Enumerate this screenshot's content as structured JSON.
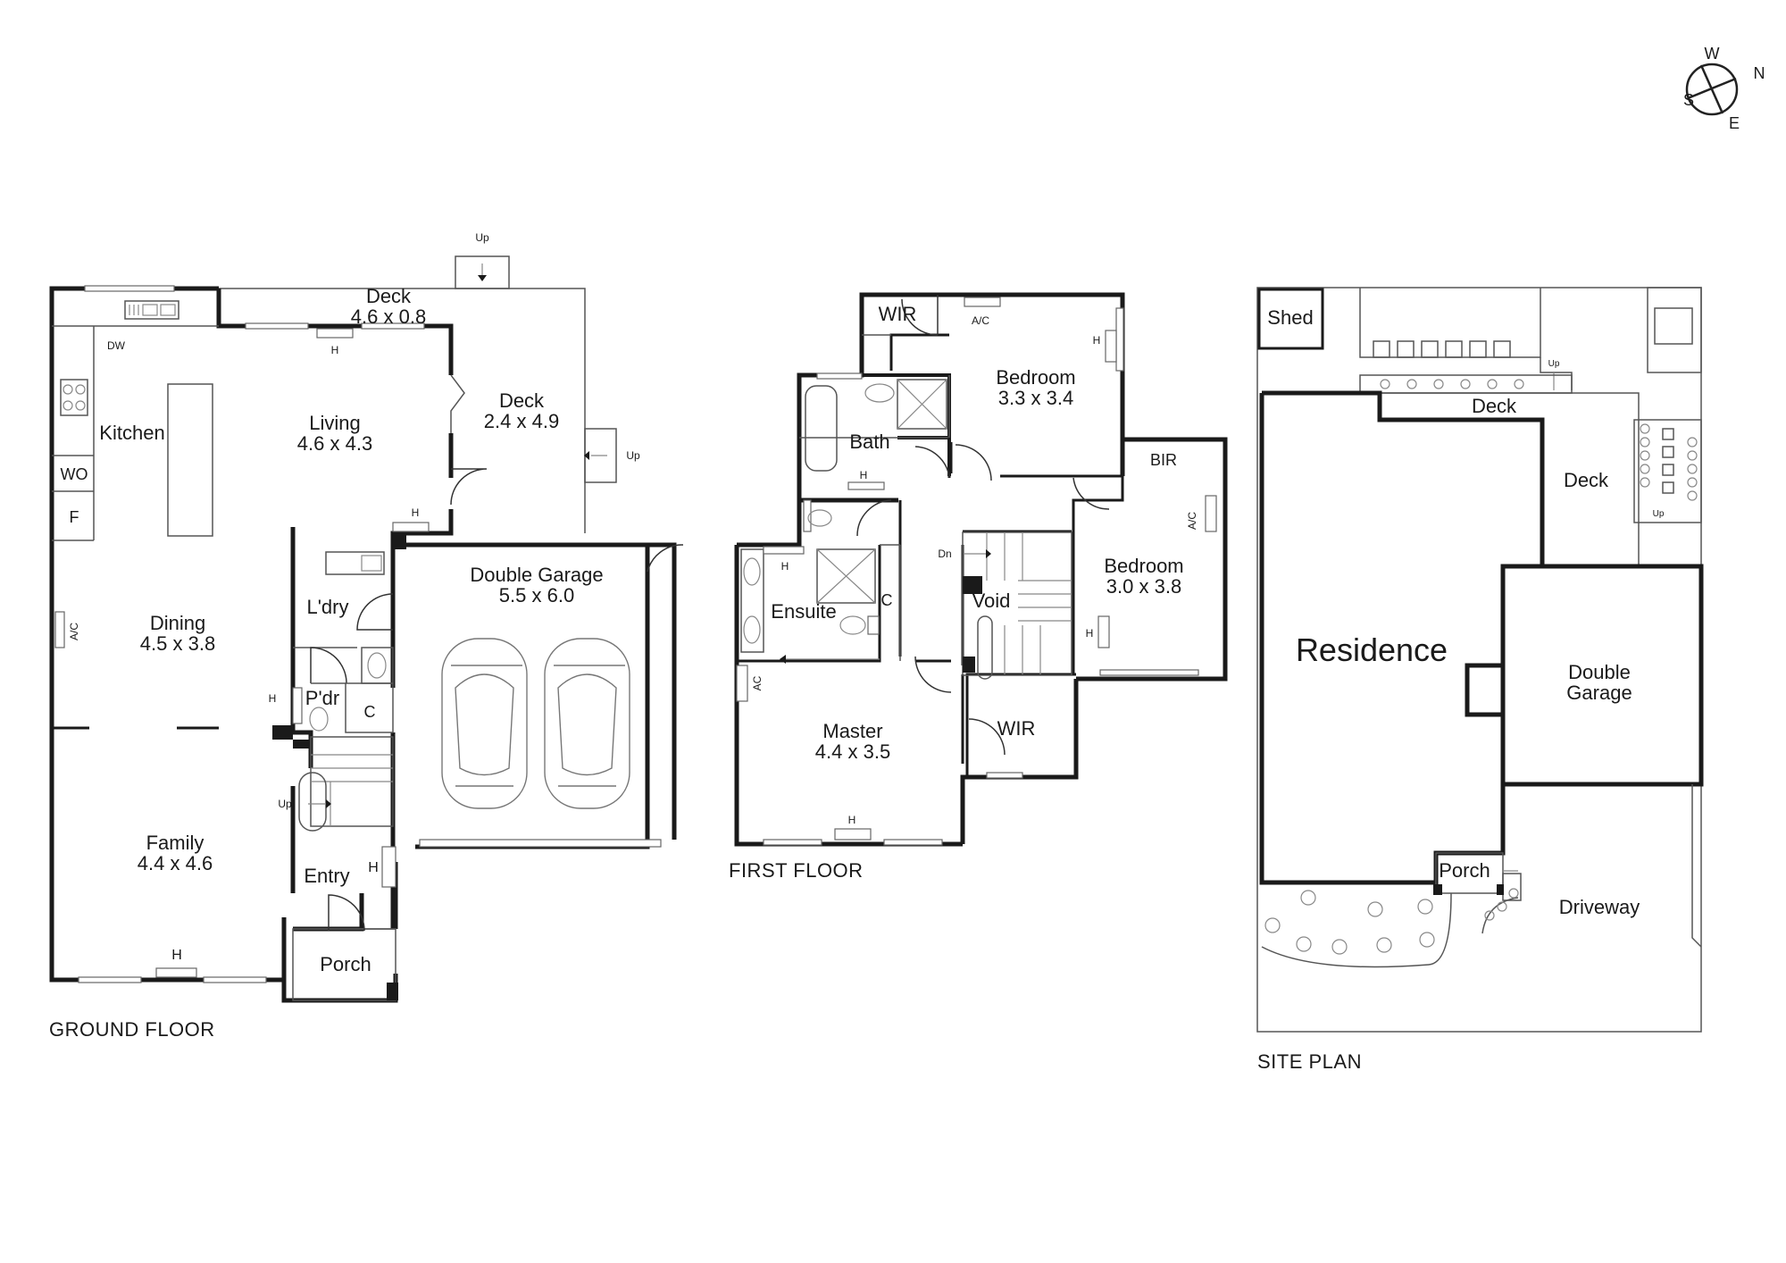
{
  "compass": {
    "w": "W",
    "n": "N",
    "s": "S",
    "e": "E"
  },
  "ground_floor": {
    "title": "GROUND FLOOR",
    "deck_top": {
      "name": "Deck",
      "dim": "4.6 x 0.8"
    },
    "deck_side": {
      "name": "Deck",
      "dim": "2.4 x 4.9"
    },
    "kitchen": {
      "name": "Kitchen"
    },
    "living": {
      "name": "Living",
      "dim": "4.6 x 4.3"
    },
    "dining": {
      "name": "Dining",
      "dim": "4.5 x 3.8"
    },
    "family": {
      "name": "Family",
      "dim": "4.4 x 4.6"
    },
    "garage": {
      "name": "Double Garage",
      "dim": "5.5 x 6.0"
    },
    "laundry": {
      "name": "L'dry"
    },
    "powder": {
      "name": "P'dr"
    },
    "cupboard": {
      "name": "C"
    },
    "entry": {
      "name": "Entry"
    },
    "porch": {
      "name": "Porch"
    },
    "labels": {
      "dw": "DW",
      "wo": "WO",
      "f": "F",
      "ac": "A/C",
      "h": "H",
      "up": "Up"
    }
  },
  "first_floor": {
    "title": "FIRST FLOOR",
    "bedroom1": {
      "name": "Bedroom",
      "dim": "3.3 x 3.4"
    },
    "bedroom2": {
      "name": "Bedroom",
      "dim": "3.0 x 3.8"
    },
    "master": {
      "name": "Master",
      "dim": "4.4 x 3.5"
    },
    "bath": {
      "name": "Bath"
    },
    "ensuite": {
      "name": "Ensuite"
    },
    "wir": "WIR",
    "bir": "BIR",
    "void": "Void",
    "labels": {
      "ac_slash": "A/C",
      "ac": "AC",
      "h": "H",
      "c": "C",
      "dn": "Dn"
    }
  },
  "site_plan": {
    "title": "SITE PLAN",
    "shed": "Shed",
    "deck": "Deck",
    "residence": "Residence",
    "garage": "Double Garage",
    "porch": "Porch",
    "driveway": "Driveway",
    "up": "Up"
  }
}
